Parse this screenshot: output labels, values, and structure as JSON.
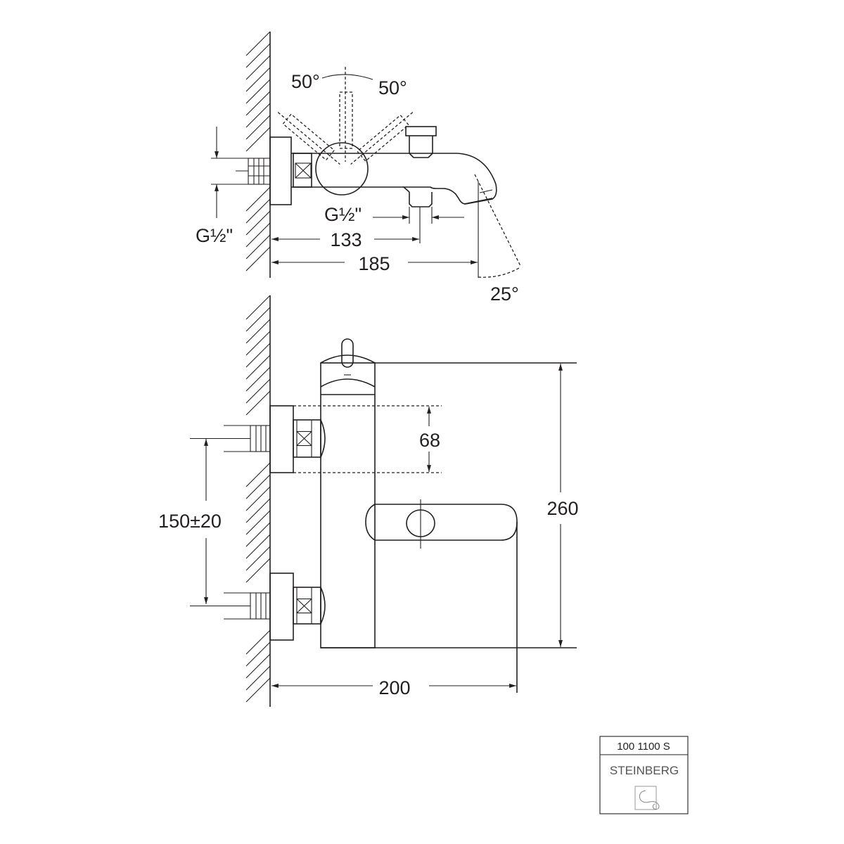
{
  "top_view": {
    "angle_left": "50°",
    "angle_right": "50°",
    "inlet_thread": "G½\"",
    "outlet_thread": "G½\"",
    "dim_outlet": "133",
    "dim_spout": "185",
    "spout_angle": "25°"
  },
  "front_view": {
    "dim_68": "68",
    "dim_inlet_spacing": "150±20",
    "dim_height": "260",
    "dim_depth": "200"
  },
  "title_block": {
    "article_number": "100 1100 S",
    "brand": "STEINBERG"
  },
  "colors": {
    "line": "#231f20"
  }
}
